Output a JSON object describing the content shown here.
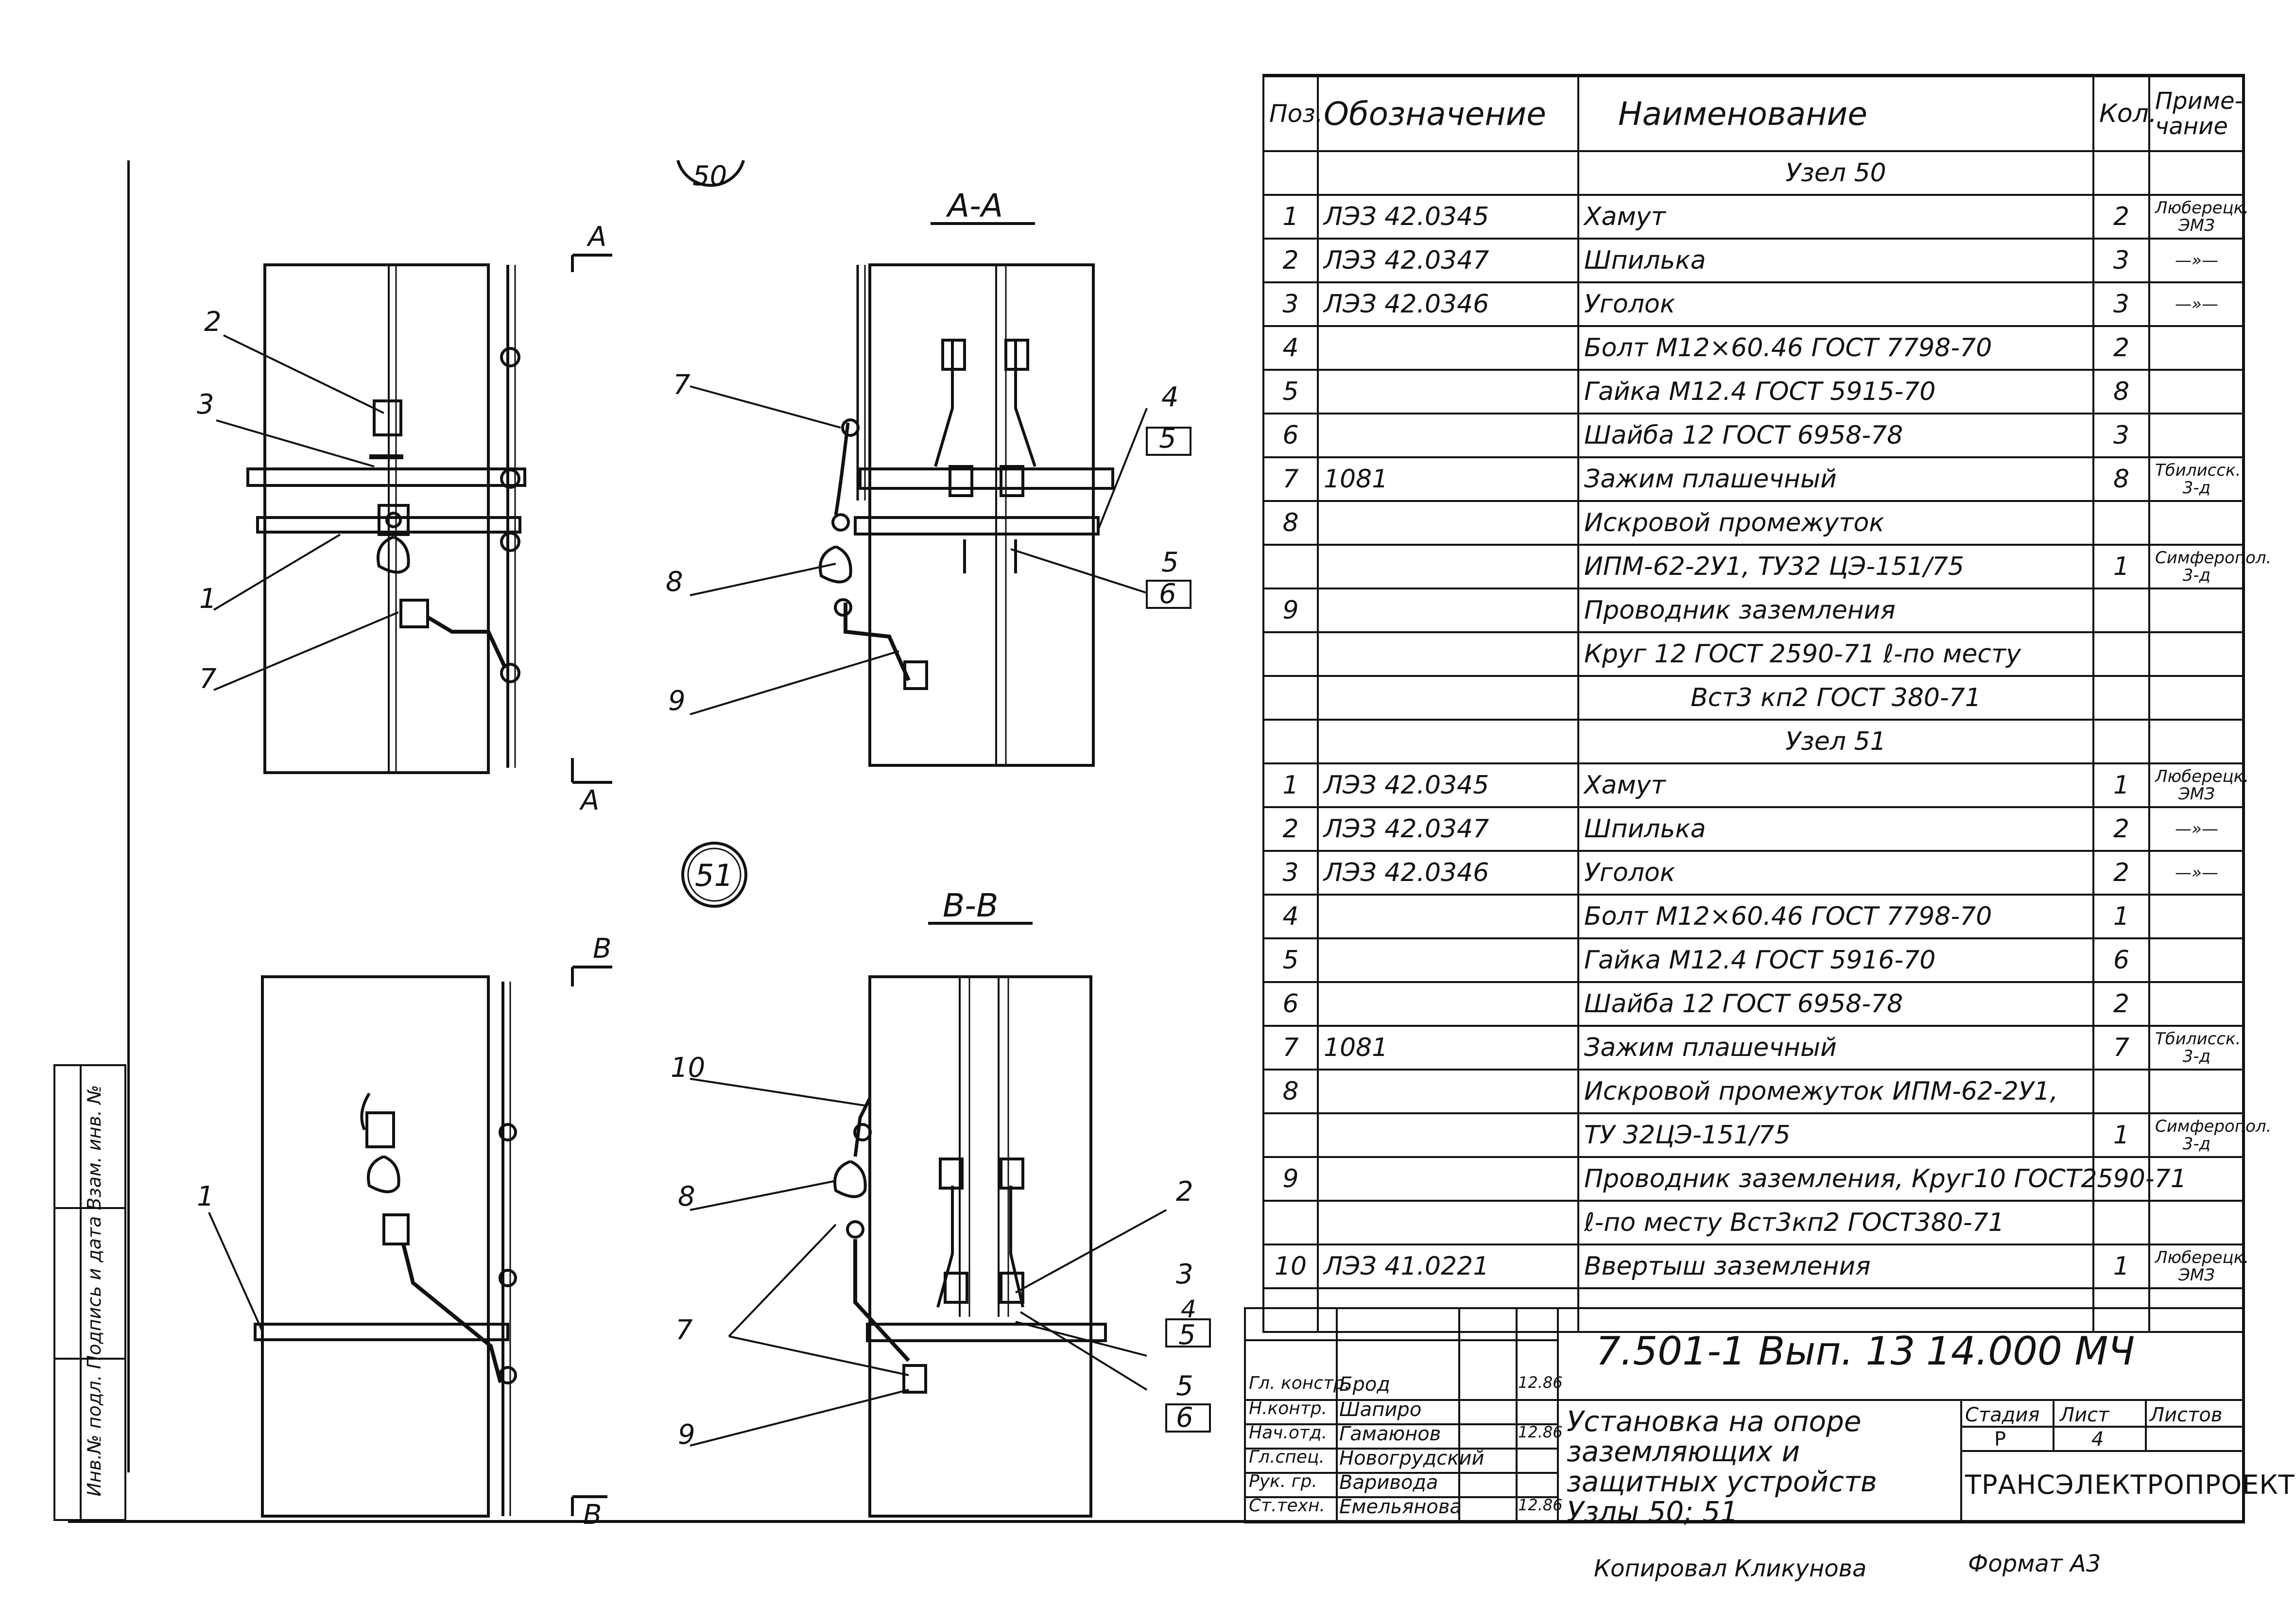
{
  "drawing": {
    "detail_50": "50",
    "detail_51": "51",
    "section_aa": "А-А",
    "section_bb": "В-В",
    "cut_a": "А",
    "cut_b": "В",
    "callouts": [
      "1",
      "2",
      "3",
      "4",
      "5",
      "6",
      "7",
      "8",
      "9",
      "10"
    ]
  },
  "spec_table": {
    "headers": {
      "pos": "Поз.",
      "designation": "Обозначение",
      "name": "Наименование",
      "qty": "Кол.",
      "note": "Приме-чание"
    },
    "rows": [
      {
        "pos": "",
        "des": "",
        "name": "Узел 50",
        "qty": "",
        "note": "",
        "center": true
      },
      {
        "pos": "1",
        "des": "ЛЭЗ 42.0345",
        "name": "Хамут",
        "qty": "2",
        "note": "Люберецк. ЭМЗ"
      },
      {
        "pos": "2",
        "des": "ЛЭЗ 42.0347",
        "name": "Шпилька",
        "qty": "3",
        "note": "—»—"
      },
      {
        "pos": "3",
        "des": "ЛЭЗ 42.0346",
        "name": "Уголок",
        "qty": "3",
        "note": "—»—"
      },
      {
        "pos": "4",
        "des": "",
        "name": "Болт М12×60.46  ГОСТ 7798-70",
        "qty": "2",
        "note": ""
      },
      {
        "pos": "5",
        "des": "",
        "name": "Гайка М12.4  ГОСТ 5915-70",
        "qty": "8",
        "note": ""
      },
      {
        "pos": "6",
        "des": "",
        "name": "Шайба 12  ГОСТ 6958-78",
        "qty": "3",
        "note": ""
      },
      {
        "pos": "7",
        "des": "1081",
        "name": "Зажим плашечный",
        "qty": "8",
        "note": "Тбилисск. 3-д"
      },
      {
        "pos": "8",
        "des": "",
        "name": "Искровой промежуток",
        "qty": "",
        "note": ""
      },
      {
        "pos": "",
        "des": "",
        "name": "ИПМ-62-2У1, ТУ32 ЦЭ-151/75",
        "qty": "1",
        "note": "Симферопол. 3-д"
      },
      {
        "pos": "9",
        "des": "",
        "name": "Проводник заземления",
        "qty": "",
        "note": ""
      },
      {
        "pos": "",
        "des": "",
        "name": "Круг  12 ГОСТ 2590-71  ℓ-по месту",
        "qty": "",
        "note": ""
      },
      {
        "pos": "",
        "des": "",
        "name": "Вст3 кп2 ГОСТ 380-71",
        "qty": "",
        "note": "",
        "center": true
      },
      {
        "pos": "",
        "des": "",
        "name": "Узел 51",
        "qty": "",
        "note": "",
        "center": true
      },
      {
        "pos": "1",
        "des": "ЛЭЗ 42.0345",
        "name": "Хамут",
        "qty": "1",
        "note": "Люберецк. ЭМЗ"
      },
      {
        "pos": "2",
        "des": "ЛЭЗ 42.0347",
        "name": "Шпилька",
        "qty": "2",
        "note": "—»—"
      },
      {
        "pos": "3",
        "des": "ЛЭЗ 42.0346",
        "name": "Уголок",
        "qty": "2",
        "note": "—»—"
      },
      {
        "pos": "4",
        "des": "",
        "name": "Болт М12×60.46  ГОСТ 7798-70",
        "qty": "1",
        "note": ""
      },
      {
        "pos": "5",
        "des": "",
        "name": "Гайка М12.4  ГОСТ 5916-70",
        "qty": "6",
        "note": ""
      },
      {
        "pos": "6",
        "des": "",
        "name": "Шайба 12   ГОСТ 6958-78",
        "qty": "2",
        "note": ""
      },
      {
        "pos": "7",
        "des": "1081",
        "name": "Зажим плашечный",
        "qty": "7",
        "note": "Тбилисск. 3-д"
      },
      {
        "pos": "8",
        "des": "",
        "name": "Искровой промежуток ИПМ-62-2У1,",
        "qty": "",
        "note": ""
      },
      {
        "pos": "",
        "des": "",
        "name": "ТУ 32ЦЭ-151/75",
        "qty": "1",
        "note": "Симферопол. 3-д"
      },
      {
        "pos": "9",
        "des": "",
        "name": "Проводник заземления, Круг10 ГОСТ2590-71",
        "qty": "",
        "note": ""
      },
      {
        "pos": "",
        "des": "",
        "name": "ℓ-по месту   Вст3кп2 ГОСТ380-71",
        "qty": "",
        "note": ""
      },
      {
        "pos": "10",
        "des": "ЛЭЗ 41.0221",
        "name": "Ввертыш заземления",
        "qty": "1",
        "note": "Люберецк. ЭМЗ"
      },
      {
        "pos": "",
        "des": "",
        "name": "",
        "qty": "",
        "note": ""
      }
    ]
  },
  "title_block": {
    "doc_code": "7.501-1 Вып. 13",
    "doc_mark": "14.000 МЧ",
    "title": "Установка на опоре заземляющих и защитных устройств Узлы 50; 51",
    "stage_label": "Стадия",
    "sheet_label": "Лист",
    "sheets_label": "Листов",
    "stage": "Р",
    "sheet": "4",
    "sheets": "",
    "org": "ТРАНСЭЛЕКТРОПРОЕКТ",
    "roles": [
      {
        "role": "Гл. констр.",
        "name": "Брод",
        "date": "12.86"
      },
      {
        "role": "Н.контр.",
        "name": "Шапиро",
        "date": ""
      },
      {
        "role": "Нач.отд.",
        "name": "Гамаюнов",
        "date": "12.86"
      },
      {
        "role": "Гл.спец.",
        "name": "Новогрудский",
        "date": ""
      },
      {
        "role": "Рук. гр.",
        "name": "Варивода",
        "date": ""
      },
      {
        "role": "Ст.техн.",
        "name": "Емельянова",
        "date": "12.86"
      }
    ]
  },
  "margin_stamp": "Инв.№ подл.  Подпись и дата  Взам. инв. №",
  "footer": {
    "copied_by": "Копировал Кликунова",
    "format": "Формат А3"
  },
  "colors": {
    "ink": "#111111",
    "paper": "#ffffff"
  }
}
